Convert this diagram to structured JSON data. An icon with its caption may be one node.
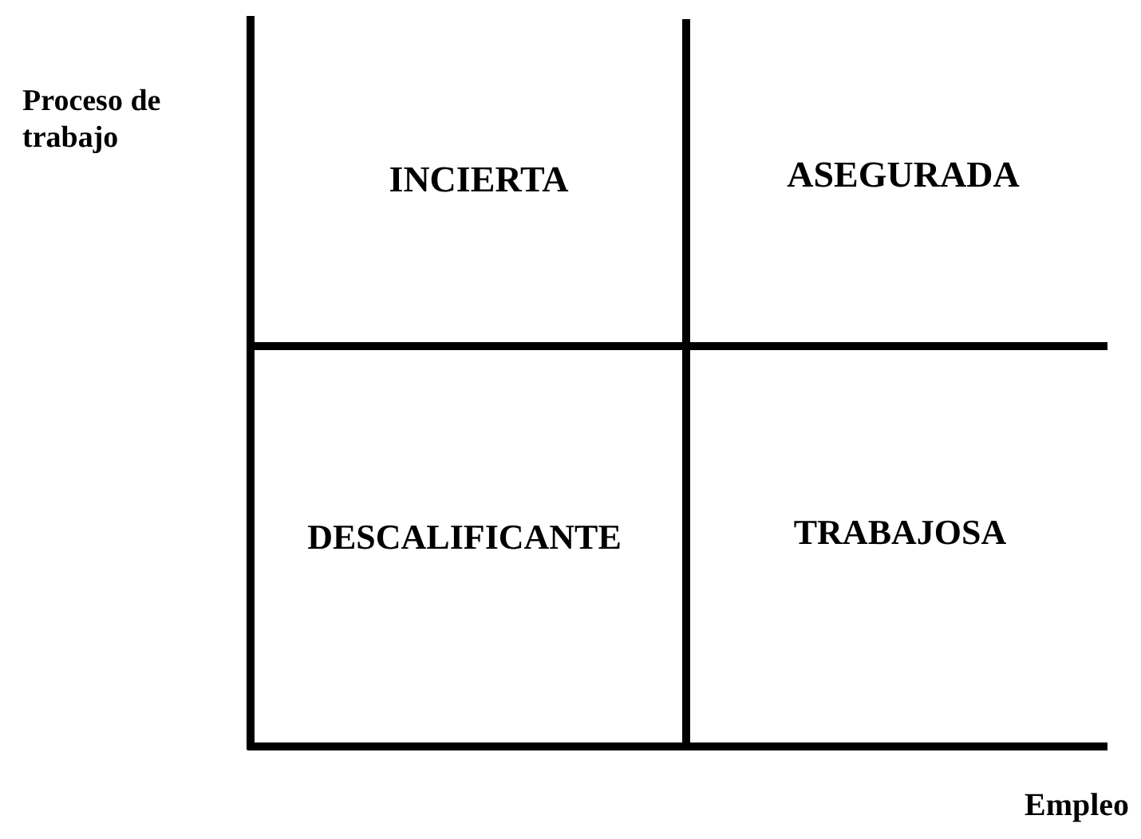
{
  "diagram": {
    "labels": [
      "Proceso de trabajo",
      "INCIERTA",
      "ASEGURADA",
      "DESCALIFICANTE",
      "TRABAJOSA",
      "Empleo"
    ]
  }
}
